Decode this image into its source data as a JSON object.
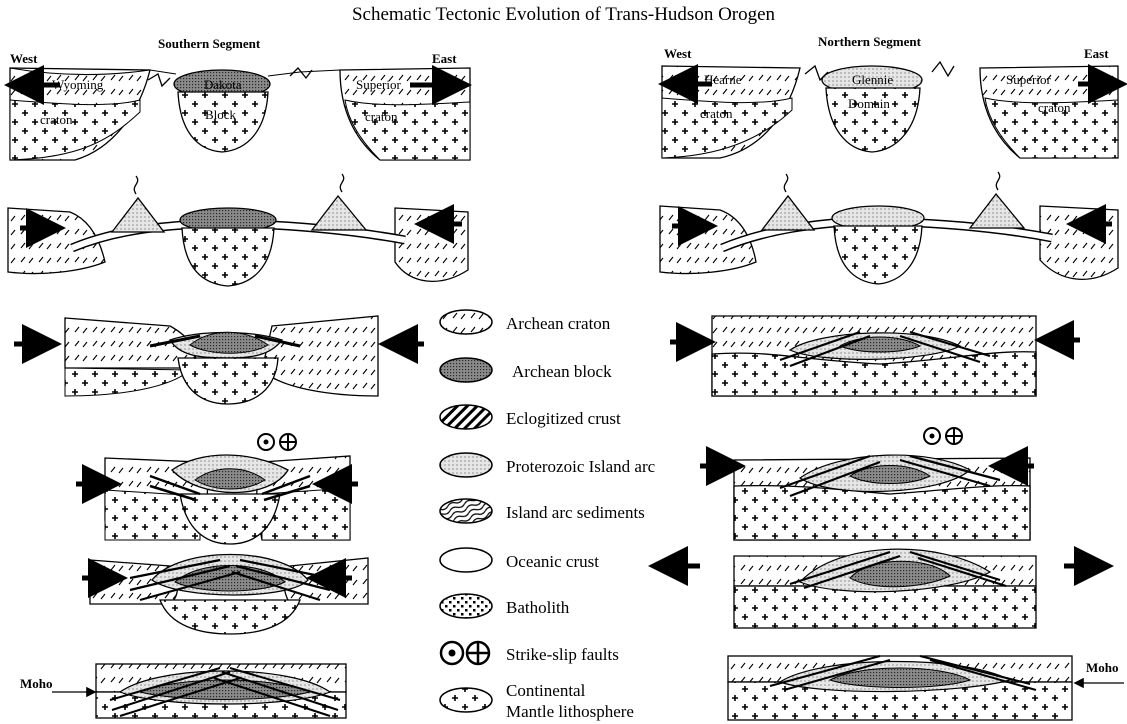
{
  "title": "Schematic Tectonic Evolution of Trans-Hudson Orogen",
  "southern": {
    "heading": "Southern Segment",
    "west": "West",
    "east": "East",
    "labels": {
      "left_top": "Wyoming",
      "left_bottom": "craton",
      "mid_top": "Dakota",
      "mid_bottom": "Block",
      "right_top": "Superior",
      "right_bottom": "craton"
    },
    "moho": "Moho"
  },
  "northern": {
    "heading": "Northern Segment",
    "west": "West",
    "east": "East",
    "labels": {
      "left_top": "Hearne",
      "left_bottom": "craton",
      "mid_top": "Glennie",
      "mid_bottom": "Domain",
      "right_top": "Superior",
      "right_bottom": "craton"
    },
    "moho": "Moho"
  },
  "legend": [
    {
      "key": "archean-craton",
      "label": "Archean craton"
    },
    {
      "key": "archean-block",
      "label": "Archean block"
    },
    {
      "key": "eclogitized-crust",
      "label": "Eclogitized crust"
    },
    {
      "key": "proterozoic-island-arc",
      "label": "Proterozoic Island arc"
    },
    {
      "key": "island-arc-sediments",
      "label": "Island arc sediments"
    },
    {
      "key": "oceanic-crust",
      "label": "Oceanic crust"
    },
    {
      "key": "batholith",
      "label": "Batholith"
    },
    {
      "key": "strike-slip-faults",
      "label": "Strike-slip faults"
    },
    {
      "key": "continental-mantle",
      "label": "Continental",
      "label2": "Mantle lithosphere"
    }
  ]
}
